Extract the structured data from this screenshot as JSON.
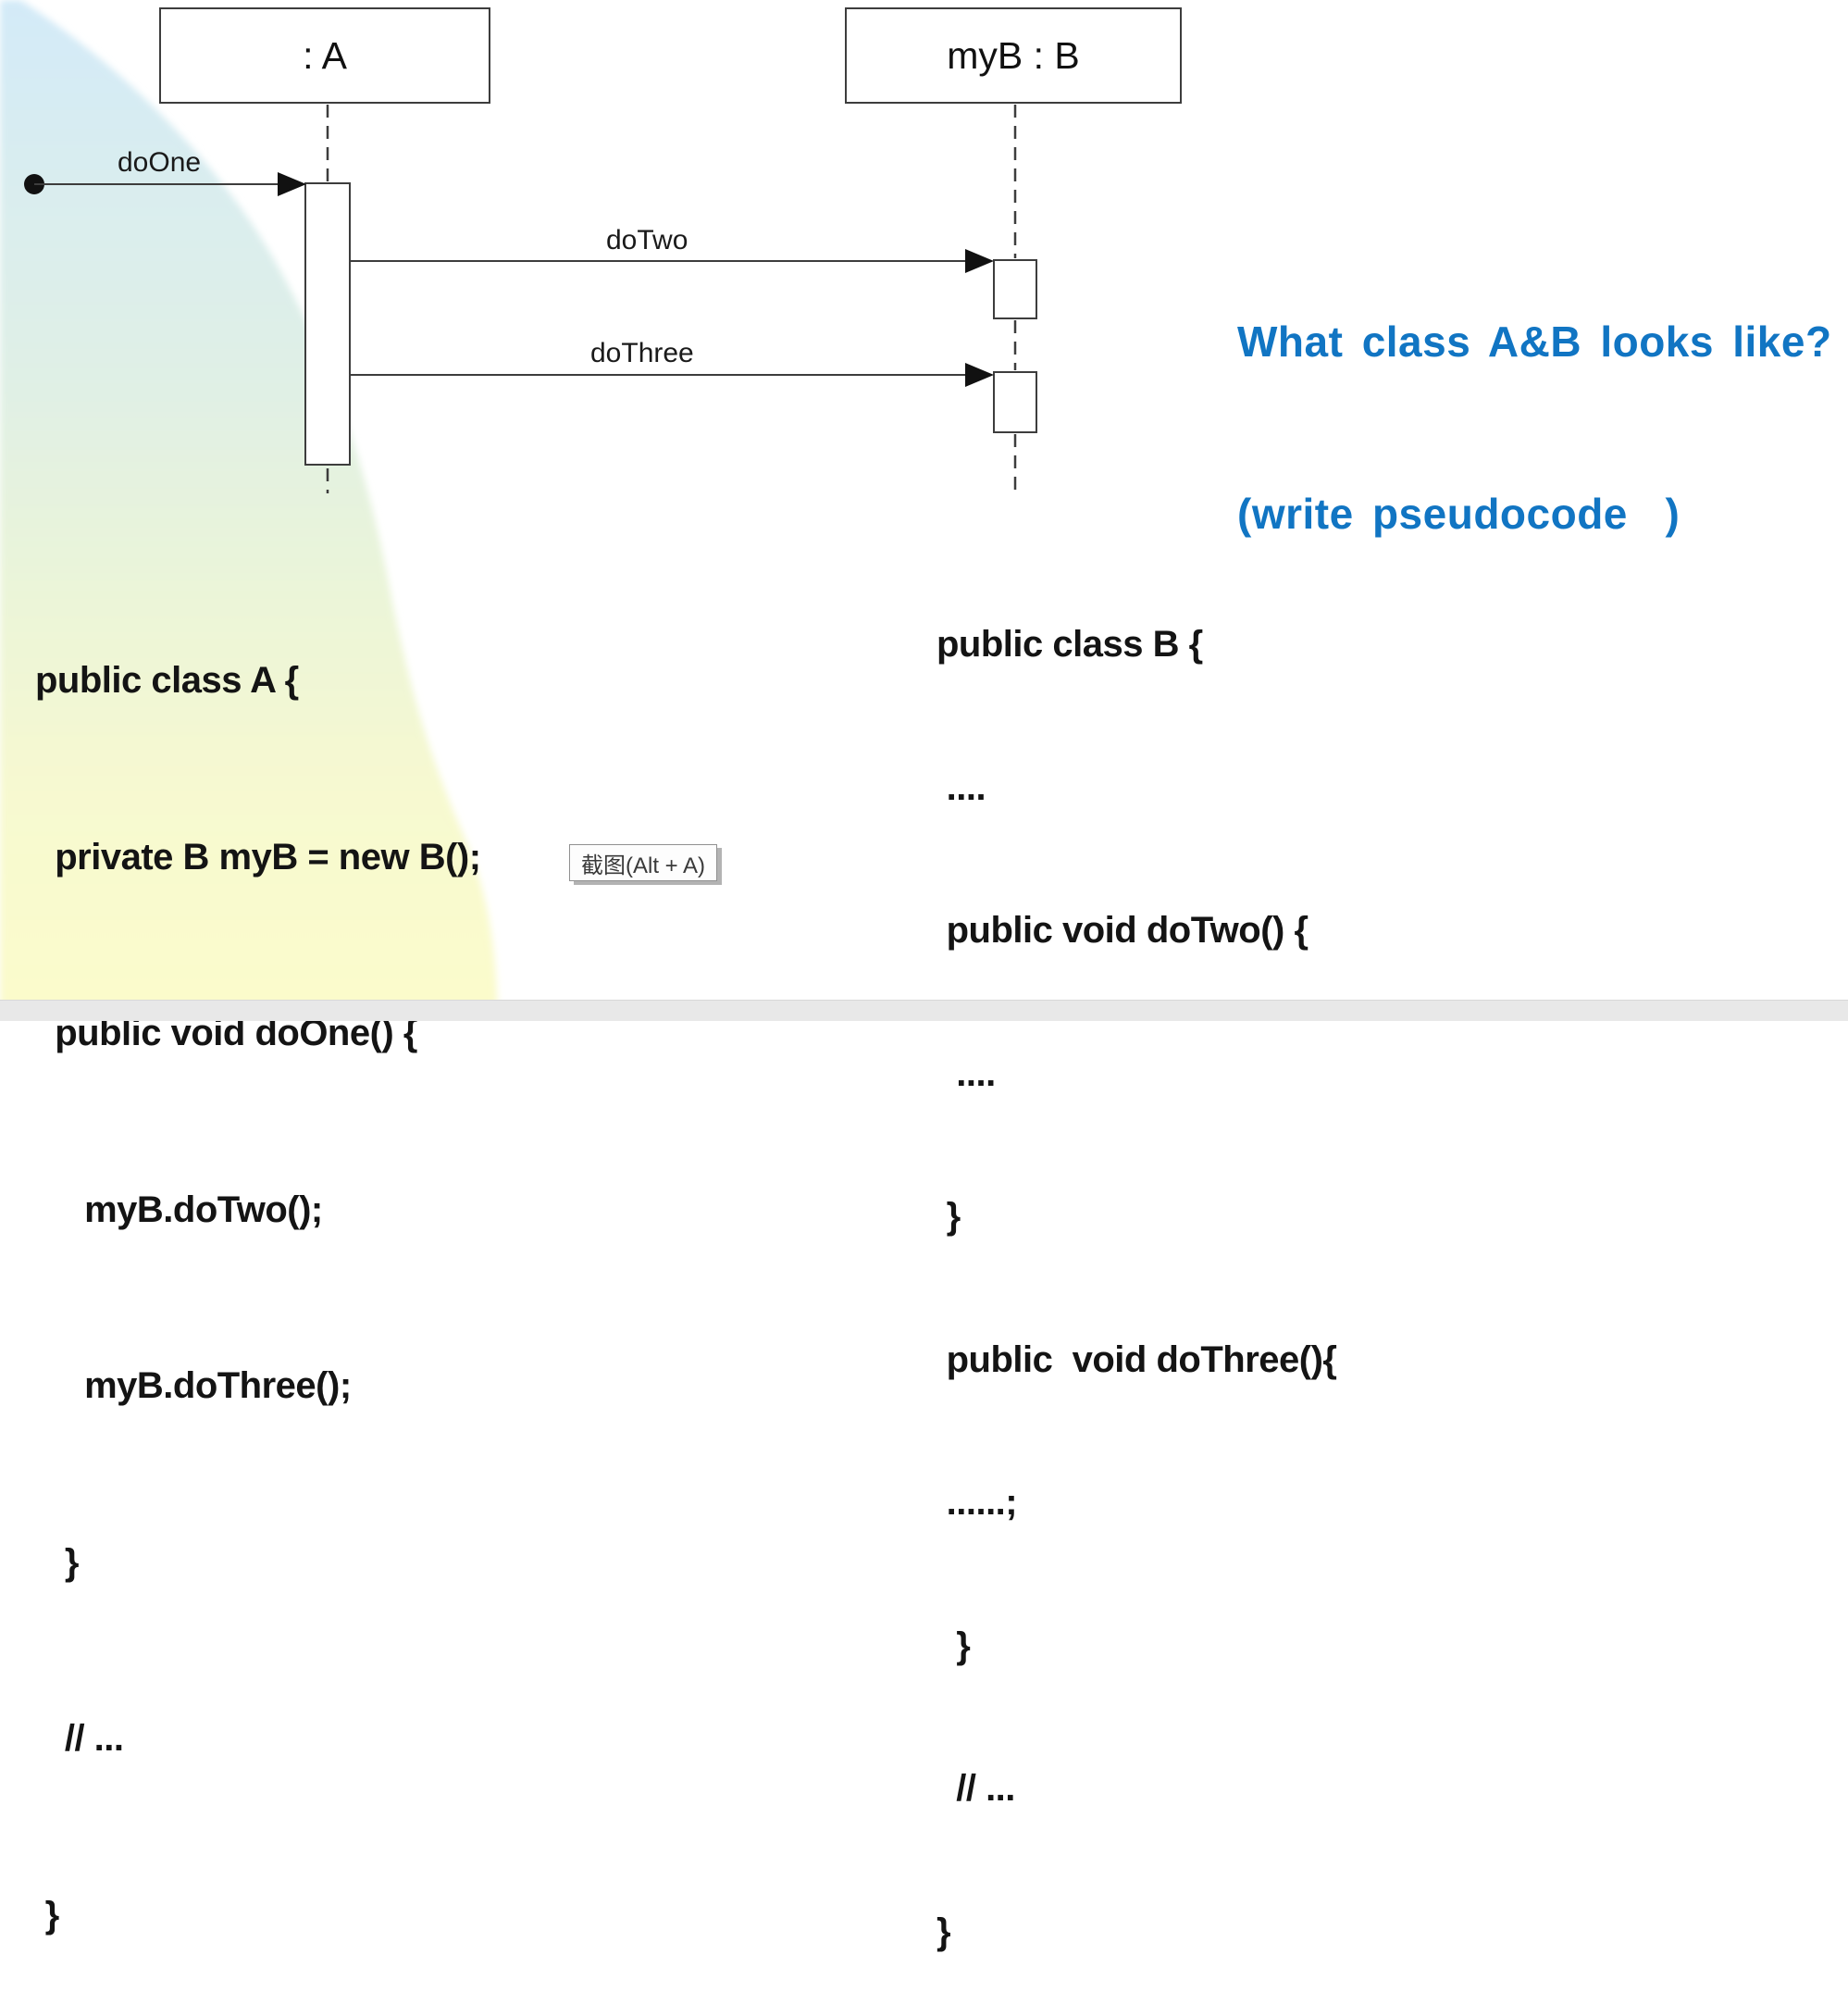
{
  "diagram": {
    "actors": [
      {
        "id": "a",
        "label": ": A"
      },
      {
        "id": "b",
        "label": "myB : B"
      }
    ],
    "messages": [
      {
        "name": "doOne",
        "from": "found-message-circle",
        "to": ": A"
      },
      {
        "name": "doTwo",
        "from": ": A",
        "to": "myB : B"
      },
      {
        "name": "doThree",
        "from": ": A",
        "to": "myB : B"
      }
    ]
  },
  "heading": {
    "line1": "What class A&B looks like?",
    "line2": "(write pseudocode  )",
    "color": "#1175c3"
  },
  "left_code": {
    "lines": [
      "public class A {",
      "  private B myB = new B();",
      "  public void doOne() {",
      "     myB.doTwo();",
      "     myB.doThree();",
      "   }",
      "   // ...",
      " }"
    ]
  },
  "right_code": {
    "lines": [
      "public class B {",
      " ....",
      " public void doTwo() {",
      "  ....",
      " }",
      " public  void doThree(){",
      " ......;",
      "  }",
      "  // ...",
      "}"
    ]
  },
  "tooltip": {
    "label": "截图(Alt + A)"
  },
  "colors": {
    "diagram_stroke": "#3d3d3d",
    "blob_top_blue": "#d3eaf8",
    "blob_mid_green": "#e5f2df",
    "blob_bottom_yellow": "#fbfbcb",
    "bottom_bar_gray": "#e8e8e8",
    "code_text": "#141414"
  }
}
